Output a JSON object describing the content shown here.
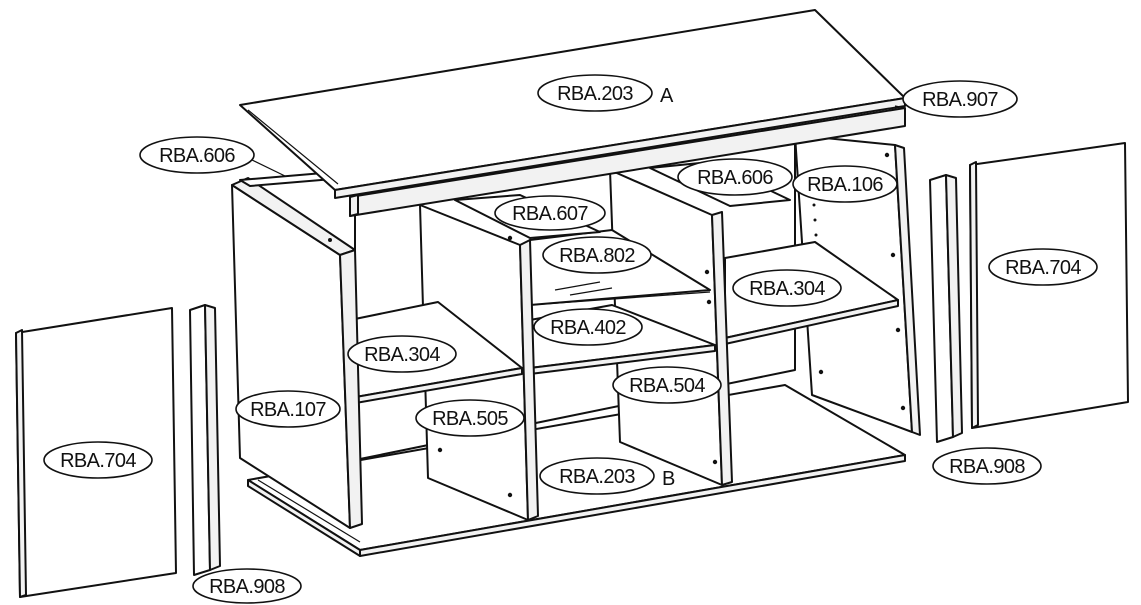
{
  "labels": [
    {
      "id": "top-panel",
      "code": "RBA.203",
      "suffix": "A"
    },
    {
      "id": "top-front-strip",
      "code": "RBA.907"
    },
    {
      "id": "left-top-rail",
      "code": "RBA.606"
    },
    {
      "id": "center-top-rail",
      "code": "RBA.607"
    },
    {
      "id": "right-top-rail",
      "code": "RBA.606"
    },
    {
      "id": "right-side-panel",
      "code": "RBA.106"
    },
    {
      "id": "right-door",
      "code": "RBA.704"
    },
    {
      "id": "center-glass-shelf",
      "code": "RBA.802"
    },
    {
      "id": "right-shelf",
      "code": "RBA.304"
    },
    {
      "id": "center-shelf",
      "code": "RBA.402"
    },
    {
      "id": "left-shelf",
      "code": "RBA.304"
    },
    {
      "id": "right-divider",
      "code": "RBA.504"
    },
    {
      "id": "left-side-panel",
      "code": "RBA.107"
    },
    {
      "id": "left-divider",
      "code": "RBA.505"
    },
    {
      "id": "bottom-panel",
      "code": "RBA.203",
      "suffix": "B"
    },
    {
      "id": "right-strip",
      "code": "RBA.908"
    },
    {
      "id": "left-door",
      "code": "RBA.704"
    },
    {
      "id": "left-strip",
      "code": "RBA.908"
    }
  ]
}
